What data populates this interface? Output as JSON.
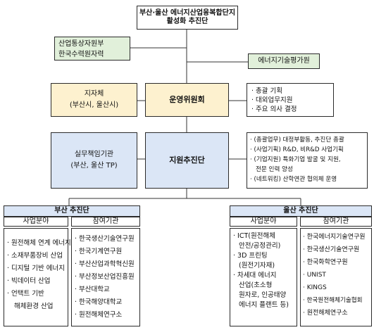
{
  "top": {
    "line1": "부산·울산 에너지산업융복합단지",
    "line2": "활성화 추진단"
  },
  "ministries": [
    "산업통상자원부",
    "한국수력원자력"
  ],
  "eval_agency": "에너지기술평가원",
  "local_gov": {
    "line1": "지자체",
    "line2": "(부산시, 울산시)"
  },
  "committee": "운영위원회",
  "committee_tasks": [
    "총괄 기획",
    "대외업무지원",
    "주요 의사 결정"
  ],
  "practical": {
    "line1": "실무책임기관",
    "line2": "(부산, 울산 TP)"
  },
  "support": "지원추진단",
  "support_tasks": [
    "(총괄업무) 대정부활동, 추진단 총괄",
    "(사업기획) R&D, 비R&D 사업기획",
    "(기업지원) 특화기업 발굴 및 지원,",
    "전문 인력 양성",
    "(네트워킹) 산학연관 협의체 운영"
  ],
  "busan": {
    "title": "부산 추진단",
    "col1": "사업분야",
    "col2": "참여기관",
    "fields": [
      "원전해체 연계 에너지",
      "소재부품장비 산업",
      "디지털 기반 에너지",
      "빅데이터 산업",
      "언택트 기반",
      "해체환경 산업"
    ],
    "agencies": [
      "한국생산기술연구원",
      "한국기계연구원",
      "부산산업과학혁신원",
      "부산정보산업진흥원",
      "부산대학교",
      "한국해양대학교",
      "원전해체연구소"
    ]
  },
  "ulsan": {
    "title": "울산 추진단",
    "col1": "사업분야",
    "col2": "참여기관",
    "fields": [
      "ICT(원전해체",
      "안전/공정관리)",
      "3D 프린팅",
      "(원전기자재)",
      "차세대 에너지",
      "산업(초소형",
      "원자로, 인공태양",
      "에너지 플랜트 등)"
    ],
    "agencies": [
      "한국에너지기술연구원",
      "한국생산기술연구원",
      "한국화학연구원",
      "UNIST",
      "KINGS",
      "한국원전해체기술협회",
      "원전해체연구소"
    ]
  }
}
